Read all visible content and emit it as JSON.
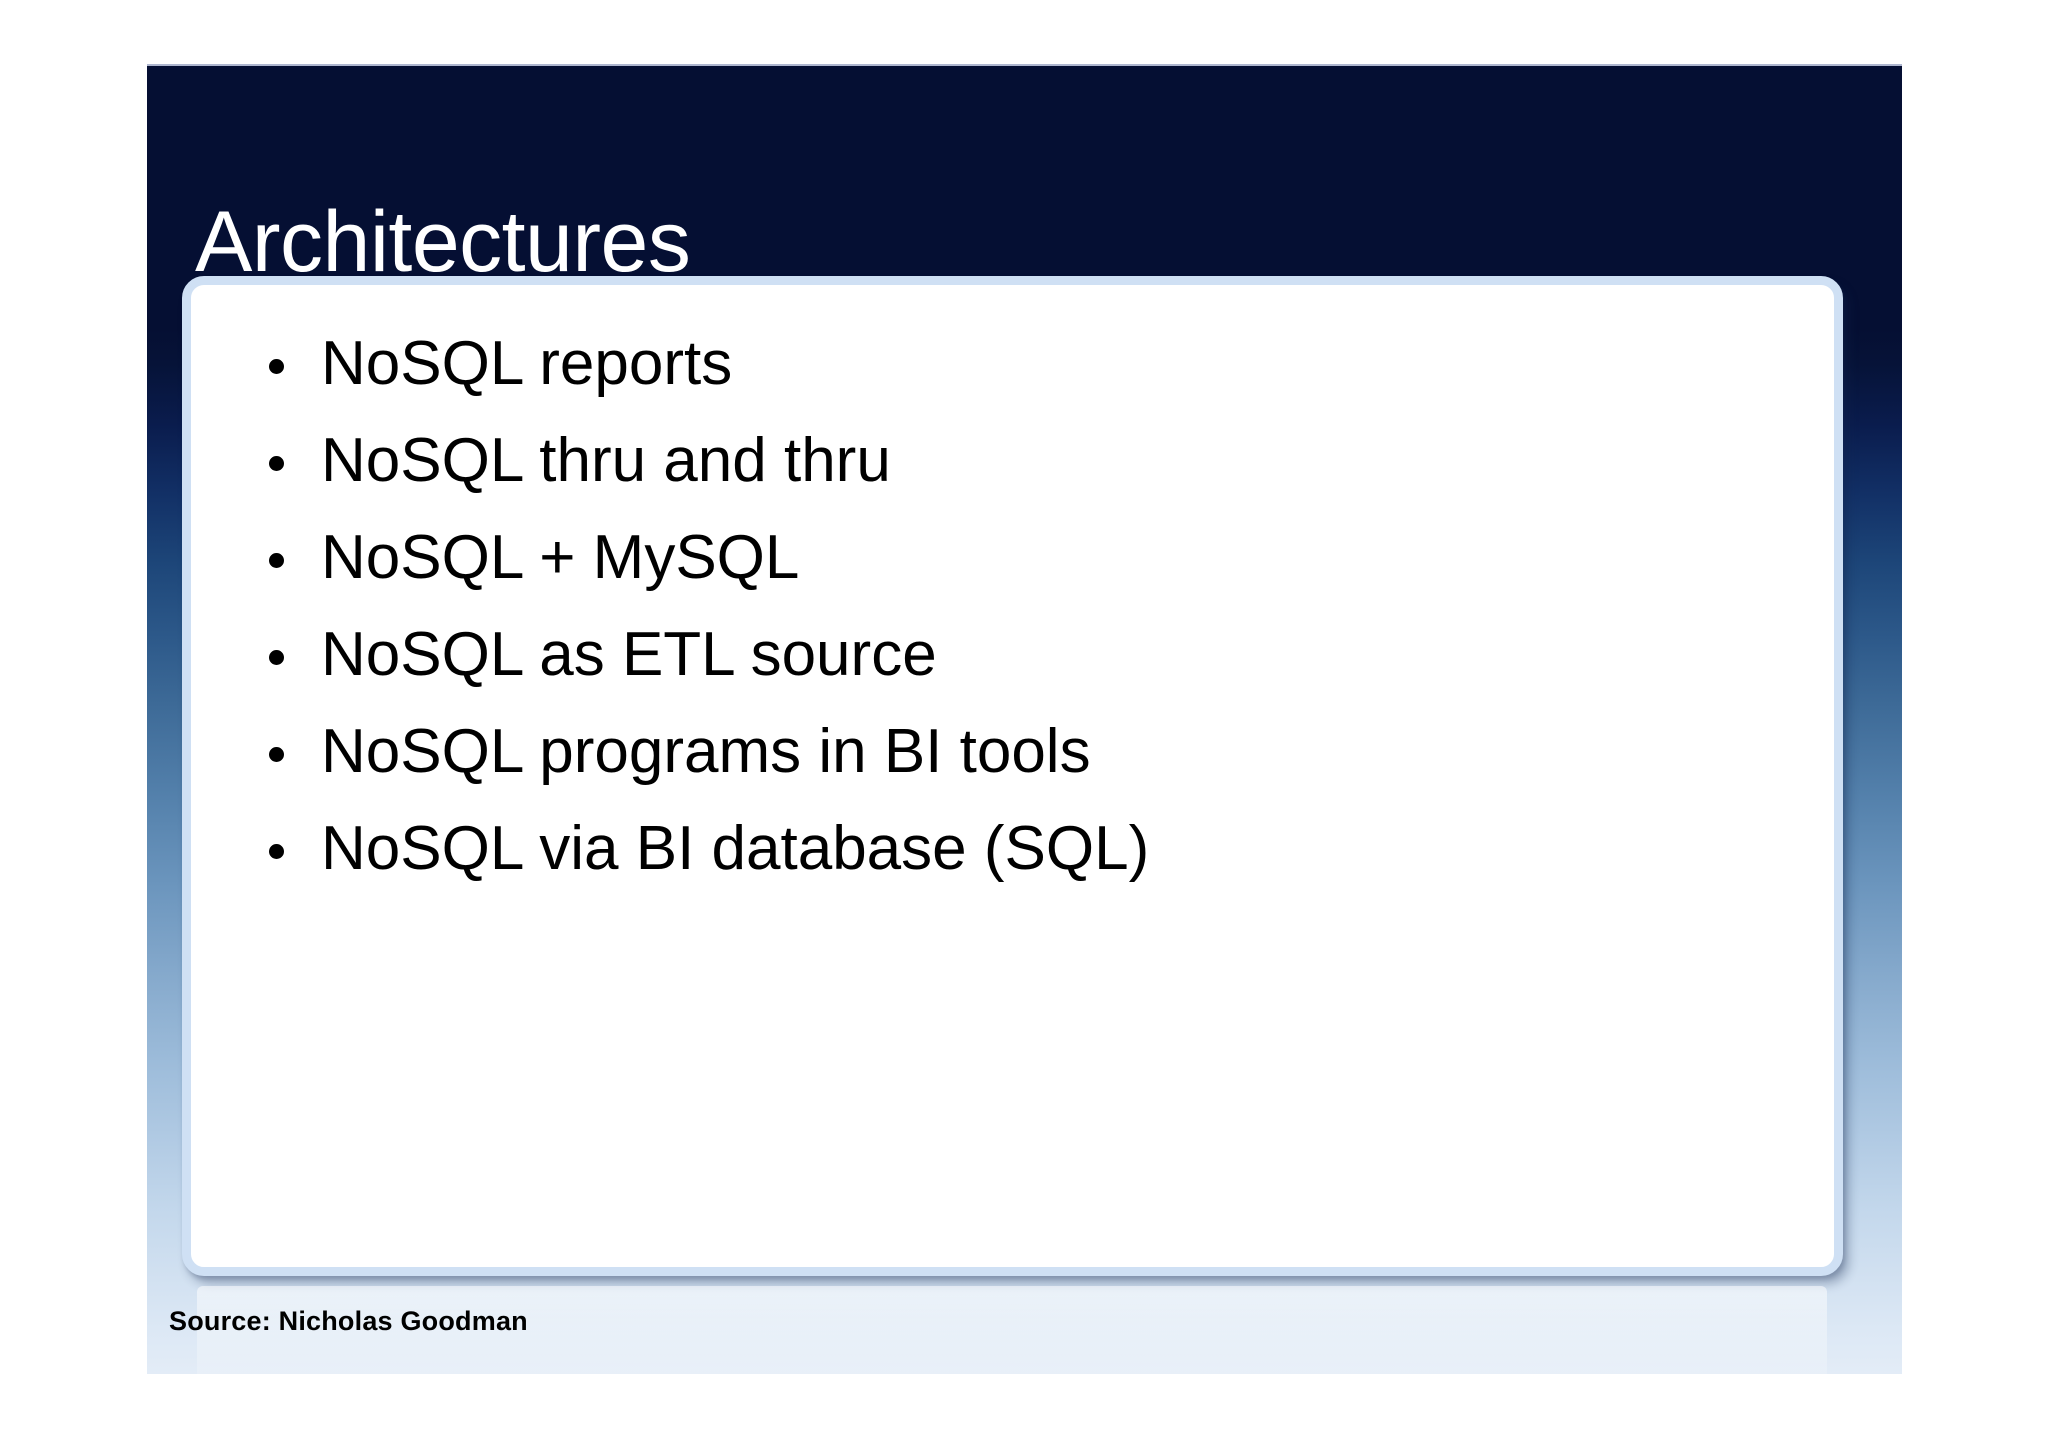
{
  "slide": {
    "title": "Architectures",
    "bullets": [
      {
        "text": "NoSQL reports"
      },
      {
        "text": "NoSQL thru and thru"
      },
      {
        "text": "NoSQL + MySQL"
      },
      {
        "text": "NoSQL as ETL source"
      },
      {
        "text": "NoSQL programs in BI tools"
      },
      {
        "text": "NoSQL via BI database (SQL)"
      }
    ],
    "source_note": "Source: Nicholas Goodman",
    "colors": {
      "background_top": "#050f33",
      "background_bottom": "#e3ecf7",
      "title_text": "#ffffff",
      "content_box_fill": "#ffffff",
      "content_box_border": "#cfe0f4",
      "bullet_text": "#000000",
      "bullet_marker": "#000000",
      "source_text": "#000000"
    }
  }
}
